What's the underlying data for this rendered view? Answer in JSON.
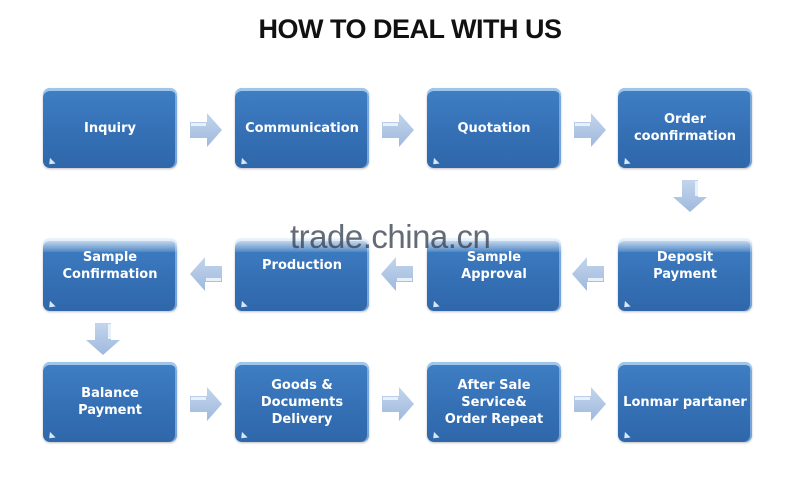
{
  "title": "HOW TO DEAL WITH US",
  "watermark": "trade.china.cn",
  "colors": {
    "box_fill": "#3570b5",
    "box_highlight": "#aacdf0",
    "arrow_fill": "#a9c2e3",
    "text": "#ffffff",
    "title": "#111111"
  },
  "steps": [
    {
      "label": "Inquiry"
    },
    {
      "label": "Communication"
    },
    {
      "label": "Quotation"
    },
    {
      "label": "Order\ncoonfirmation"
    },
    {
      "label": "Deposit\nPayment"
    },
    {
      "label": "Sample\nApproval"
    },
    {
      "label": "Production"
    },
    {
      "label": "Sample\nConfirmation"
    },
    {
      "label": "Balance Payment"
    },
    {
      "label": "Goods &\nDocuments\nDelivery"
    },
    {
      "label": "After Sale\nService&\nOrder Repeat"
    },
    {
      "label": "Lonmar partaner"
    }
  ],
  "flow": [
    [
      "Inquiry",
      "Communication"
    ],
    [
      "Communication",
      "Quotation"
    ],
    [
      "Quotation",
      "Order coonfirmation"
    ],
    [
      "Order coonfirmation",
      "Deposit Payment"
    ],
    [
      "Deposit Payment",
      "Sample Approval"
    ],
    [
      "Sample Approval",
      "Production"
    ],
    [
      "Production",
      "Sample Confirmation"
    ],
    [
      "Sample Confirmation",
      "Balance Payment"
    ],
    [
      "Balance Payment",
      "Goods & Documents Delivery"
    ],
    [
      "Goods & Documents Delivery",
      "After Sale Service& Order Repeat"
    ],
    [
      "After Sale Service& Order Repeat",
      "Lonmar partaner"
    ]
  ]
}
